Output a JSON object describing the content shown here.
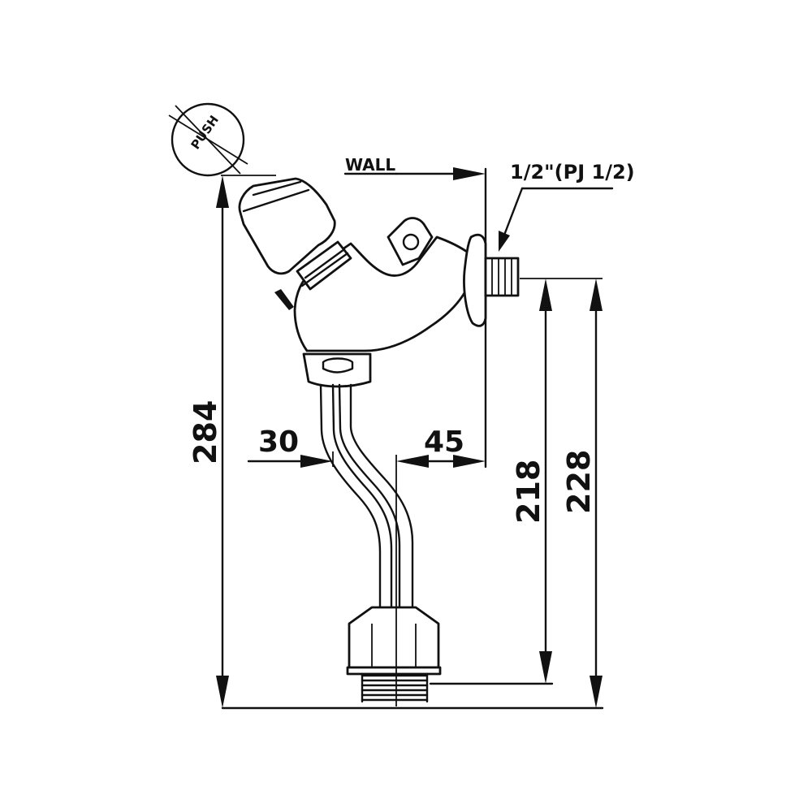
{
  "labels": {
    "wall": "WALL",
    "push": "PUSH",
    "thread_main": "1/2\"(PJ 1/2)"
  },
  "dimensions": {
    "overall_height": "284",
    "inlet_to_outlet_top": "218",
    "inlet_to_outlet_bottom": "228",
    "offset_left": "30",
    "offset_wall": "45"
  },
  "colors": {
    "line": "#111111",
    "background": "#ffffff"
  }
}
